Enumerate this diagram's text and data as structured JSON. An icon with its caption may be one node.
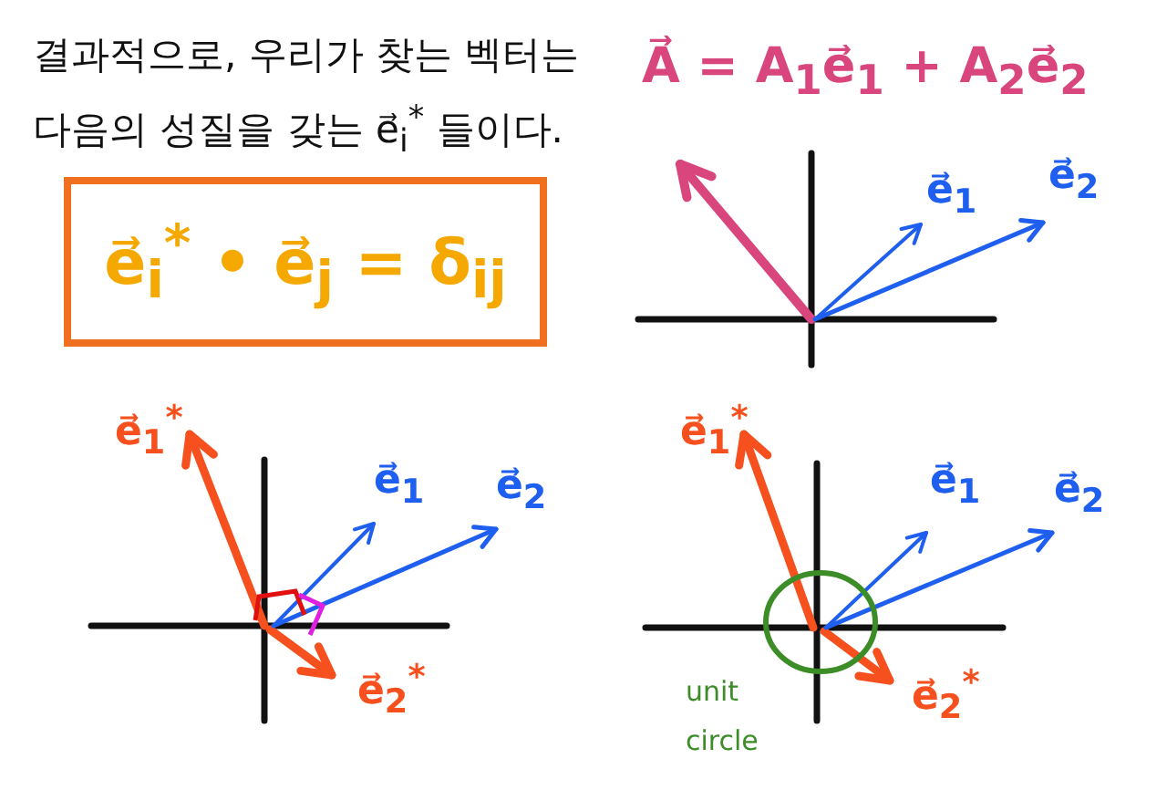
{
  "diagram": {
    "nodes": [
      {
        "text": [
          "e⃗$_{i}$$^{*}$ • e⃗$_{j}$ = δ$_{ij}$"
        ]
      }
    ],
    "labels": [
      "결과적으로, 우리가 찾는 벡터는 다음의 성질을 갖는 e⃗$_{i}$$^{*}$ 들이다.",
      "A⃗ = A$_{1}$e⃗$_{1}$ + A$_{2}$e⃗$_{2}$",
      "e⃗$_{1}$",
      "e⃗$_{2}$",
      "e⃗$_{1}$$^{*}$",
      "e⃗$_{1}$",
      "e⃗$_{2}$",
      "e⃗$_{2}$$^{*}$",
      "e⃗$_{1}$$^{*}$",
      "e⃗$_{1}$",
      "e⃗$_{2}$",
      "e⃗$_{2}$$^{*}$",
      "unit circle"
    ]
  }
}
